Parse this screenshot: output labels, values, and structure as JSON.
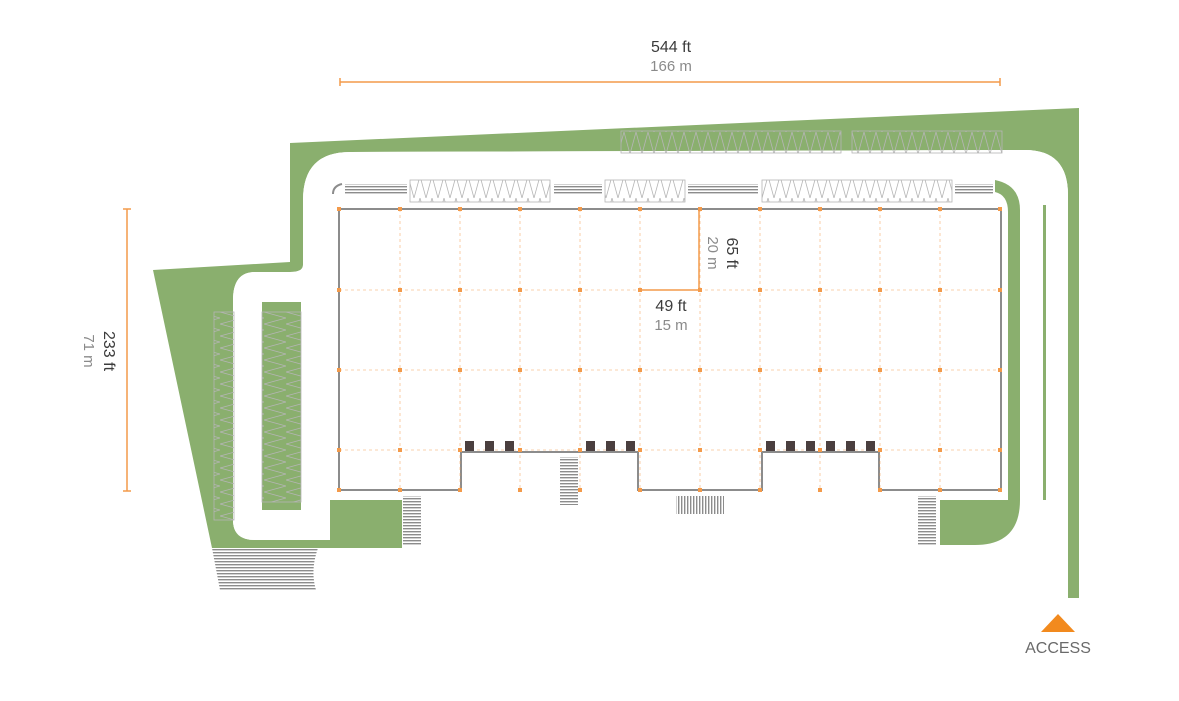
{
  "plan": {
    "width_dimension": {
      "imperial": "544 ft",
      "metric": "166 m"
    },
    "depth_dimension": {
      "imperial": "233 ft",
      "metric": "71 m"
    },
    "bay_width": {
      "imperial": "49 ft",
      "metric": "15 m"
    },
    "bay_depth": {
      "imperial": "65 ft",
      "metric": "20 m"
    },
    "access_label": "ACCESS"
  },
  "colors": {
    "green": "#8aaf6e",
    "accent": "#f39a4a",
    "access_arrow": "#f28a1e",
    "building_outline": "#8c8c8c",
    "parking": "#9a9a9a",
    "dock_door": "#4a3f3f"
  },
  "icons": {
    "access_marker": "triangle-up-icon"
  }
}
